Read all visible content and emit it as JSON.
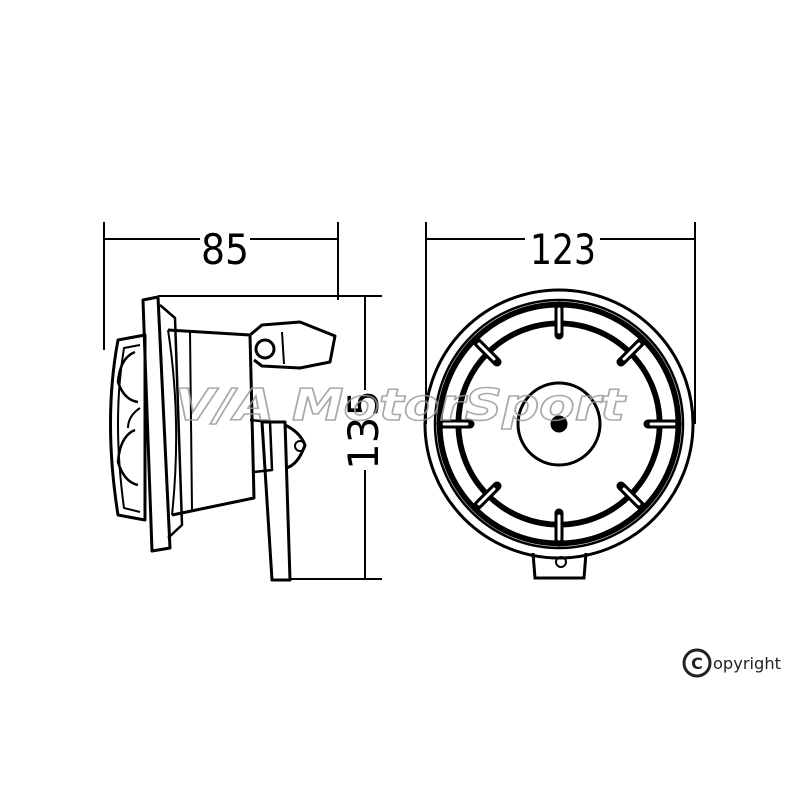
{
  "dimensions": {
    "depth": "85",
    "diameter": "123",
    "height": "135"
  },
  "watermark": {
    "text": "V/A MotorSport"
  },
  "copyright": {
    "symbol": "C",
    "label": "opyright"
  },
  "colors": {
    "line": "#000000",
    "background": "#ffffff",
    "watermark": "#b8b8b8"
  }
}
